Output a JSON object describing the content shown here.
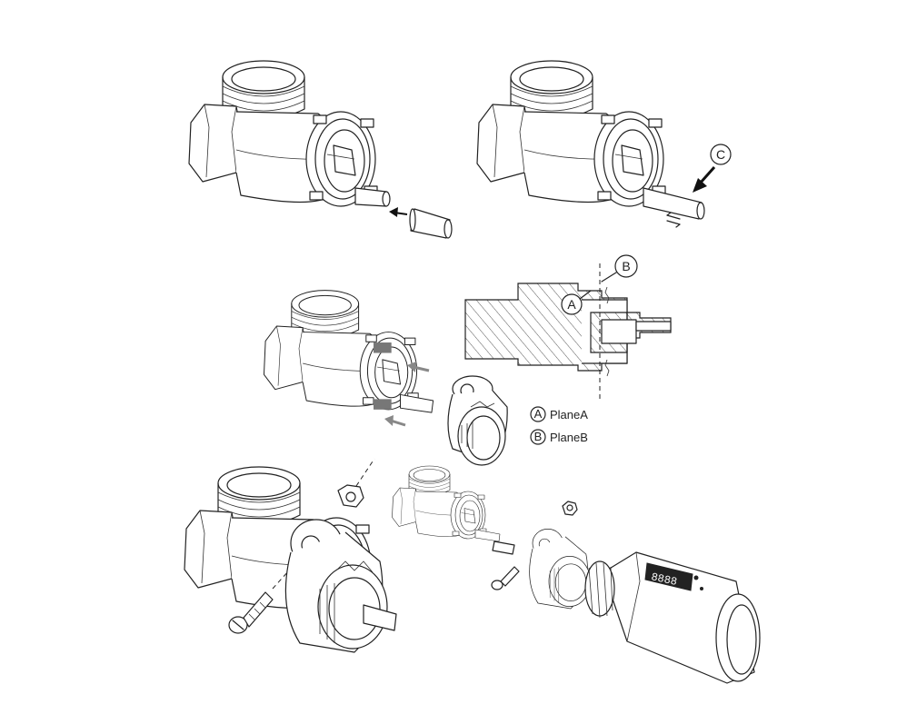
{
  "callouts": {
    "a": "A",
    "b": "B",
    "c": "C"
  },
  "legend": [
    {
      "letter": "A",
      "text": "PlaneA"
    },
    {
      "letter": "B",
      "text": "PlaneB"
    }
  ],
  "colors": {
    "line": "#222222",
    "arrow_grey": "#777777",
    "display_dark": "#222222"
  },
  "icons": [
    "valve-body-icon",
    "liner-icon",
    "adapter-icon",
    "nut-icon",
    "screw-icon",
    "thermostat-head-icon"
  ]
}
